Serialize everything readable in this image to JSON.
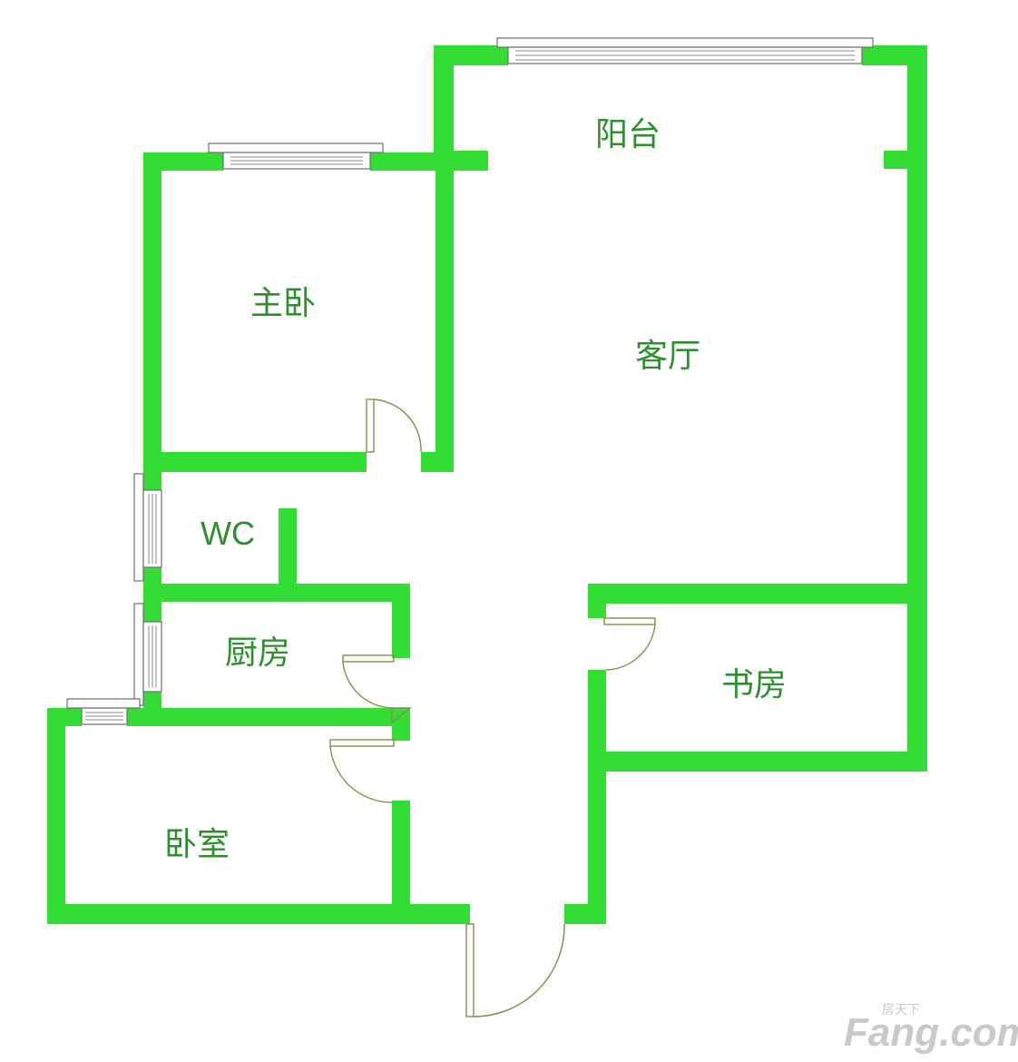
{
  "colors": {
    "wall": "#33dd33",
    "label": "#2f8f2f",
    "door": "#8a8a50"
  },
  "rooms": {
    "balcony": "阳台",
    "master_bedroom": "主卧",
    "living_room": "客厅",
    "wc": "WC",
    "kitchen": "厨房",
    "study": "书房",
    "bedroom": "卧室"
  },
  "watermark": {
    "brand": "Fang.com",
    "sub": "房天下"
  }
}
